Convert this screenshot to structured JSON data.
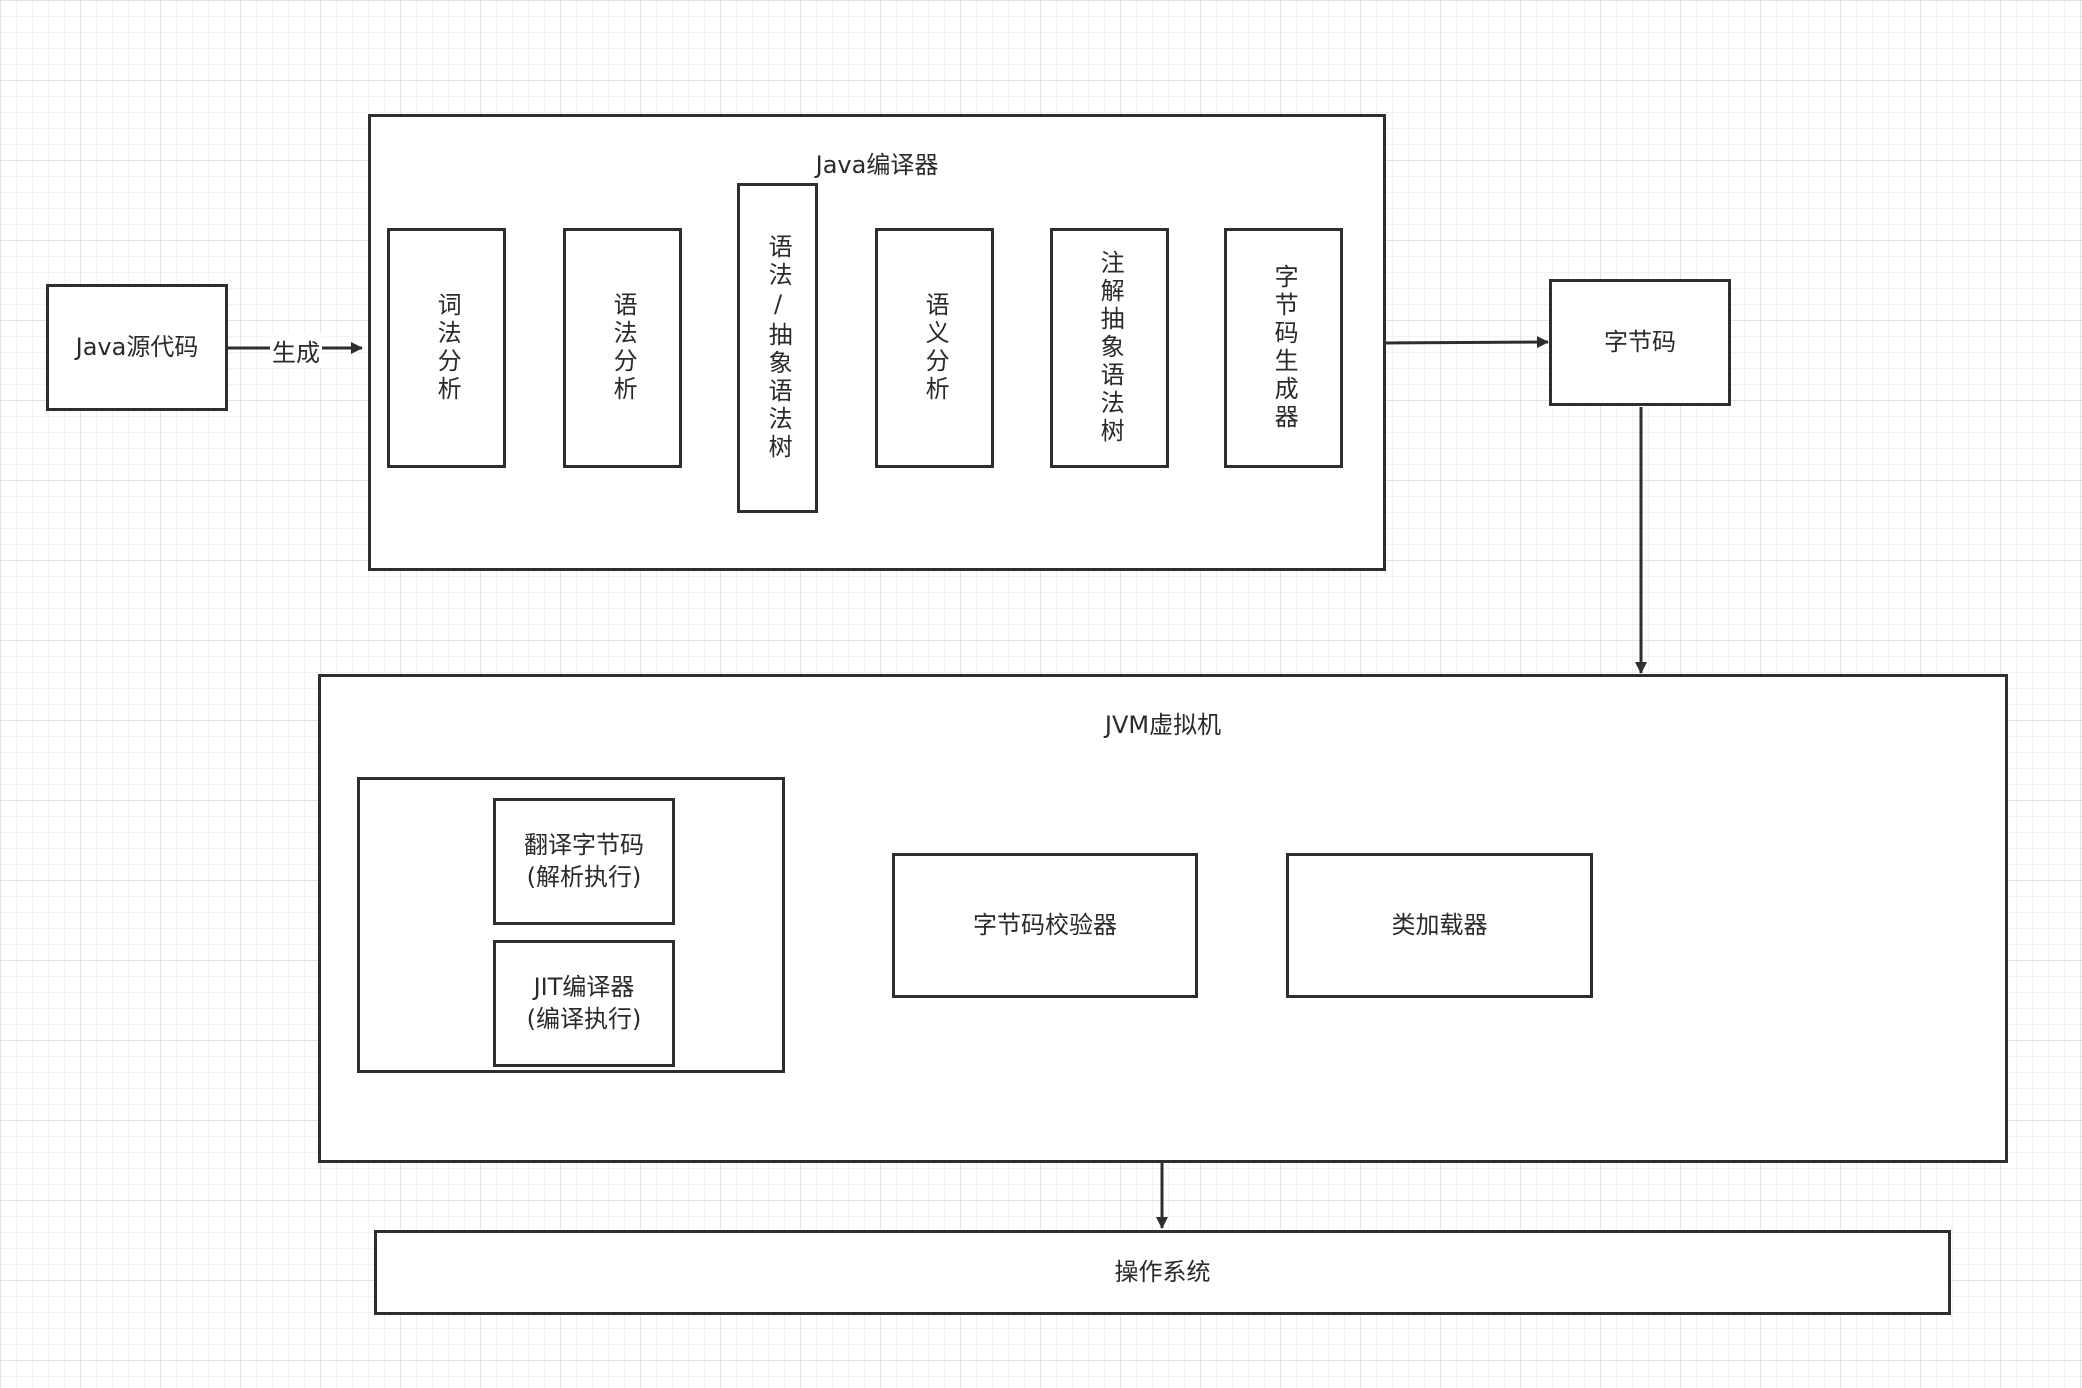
{
  "source": {
    "label": "Java源代码"
  },
  "generate_label": "生成",
  "compiler": {
    "title": "Java编译器",
    "stages": [
      {
        "label": "词法分析"
      },
      {
        "label": "语法分析"
      },
      {
        "label": "语法/抽象语法树"
      },
      {
        "label": "语义分析"
      },
      {
        "label": "注解抽象语法树"
      },
      {
        "label": "字节码生成器"
      }
    ]
  },
  "bytecode": {
    "label": "字节码"
  },
  "jvm": {
    "title": "JVM虚拟机",
    "execution": {
      "interpret": "翻译字节码\n(解析执行)",
      "jit": "JIT编译器\n(编译执行)"
    },
    "verifier": "字节码校验器",
    "class_loader": "类加载器"
  },
  "os": {
    "label": "操作系统"
  }
}
